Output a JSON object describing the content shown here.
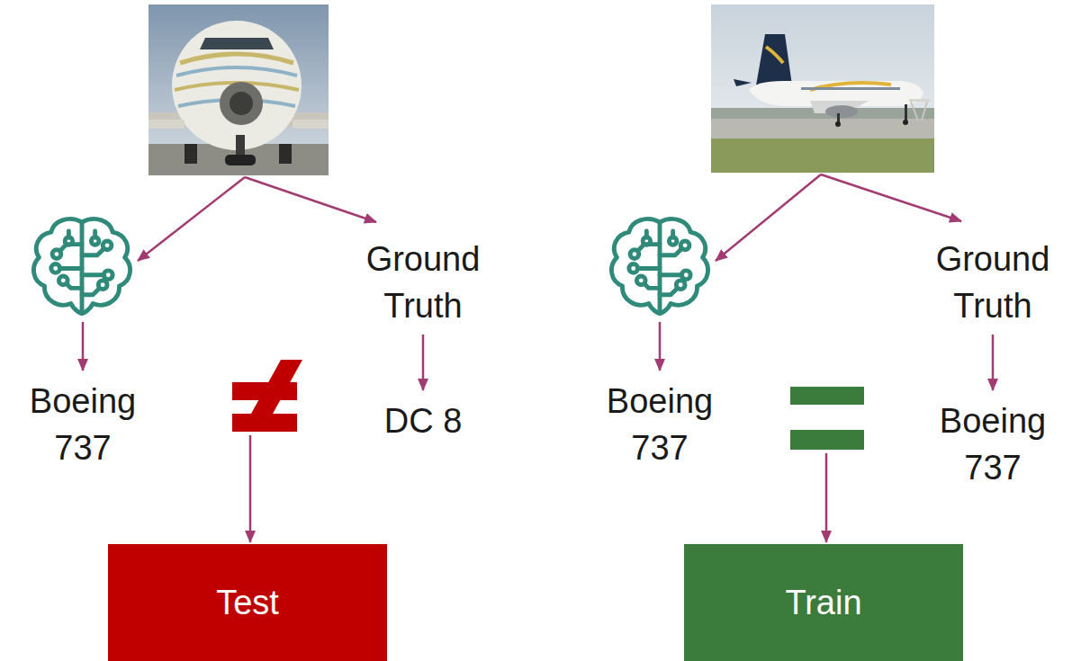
{
  "diagram": {
    "nodes": [
      {
        "text": [
          "Test"
        ]
      },
      {
        "text": [
          "Train"
        ]
      }
    ],
    "labels": [
      "Ground Truth",
      "Boeing 737",
      "DC 8",
      "Ground Truth",
      "Boeing 737",
      "Boeing 737"
    ]
  }
}
